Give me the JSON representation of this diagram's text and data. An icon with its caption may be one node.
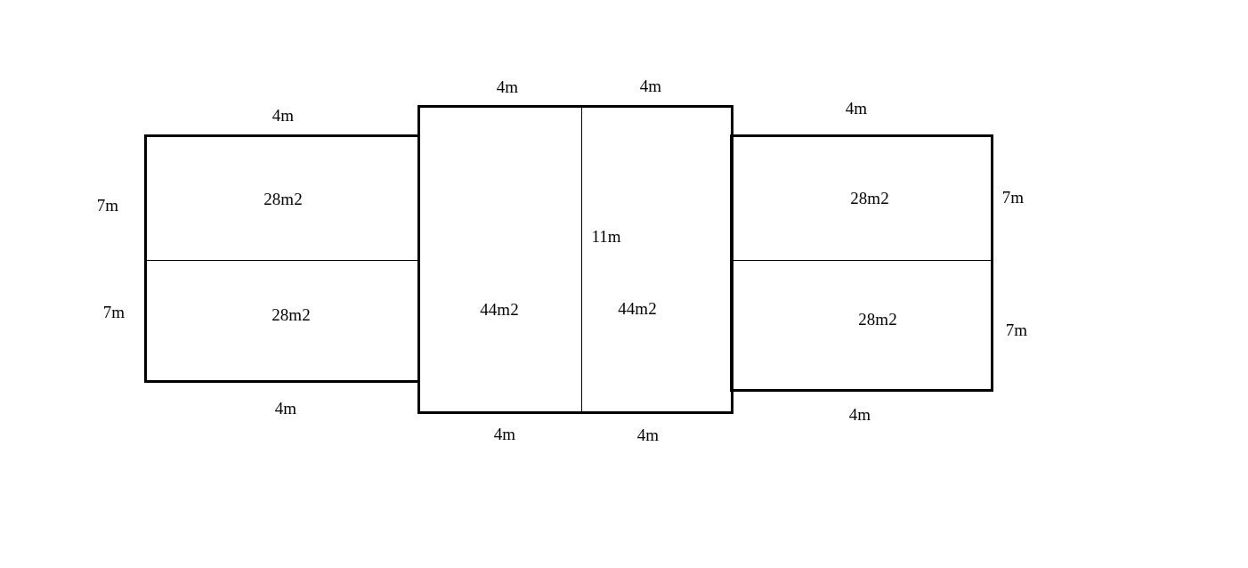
{
  "diagram": {
    "nodes": [
      {
        "text": [],
        "shape": "box"
      },
      {
        "text": [
          "28m2"
        ],
        "in": 0
      },
      {
        "text": [
          "28m2"
        ],
        "in": 0
      },
      {
        "text": [],
        "shape": "box"
      },
      {
        "text": [
          "44m2"
        ],
        "in": 3
      },
      {
        "text": [
          "44m2"
        ],
        "in": 3
      },
      {
        "text": [],
        "shape": "box"
      },
      {
        "text": [
          "28m2"
        ],
        "in": 6
      },
      {
        "text": [
          "28m2"
        ],
        "in": 6
      }
    ],
    "labels": [
      "4m",
      "4m",
      "4m",
      "4m",
      "7m",
      "7m",
      "11m",
      "7m",
      "7m",
      "4m",
      "4m",
      "4m",
      "4m"
    ]
  }
}
